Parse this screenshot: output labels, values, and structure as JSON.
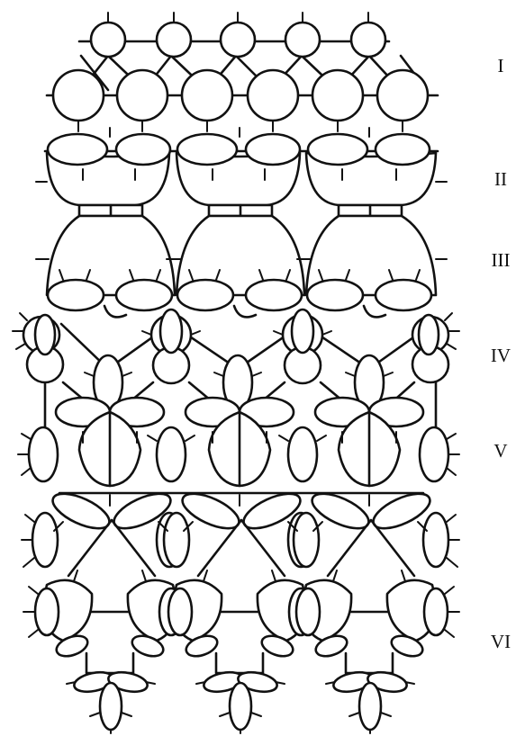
{
  "diagram": {
    "row_labels": [
      "I",
      "II",
      "III",
      "IV",
      "V",
      "VI"
    ]
  },
  "colors": {
    "line": "#111111",
    "background": "#ffffff"
  }
}
